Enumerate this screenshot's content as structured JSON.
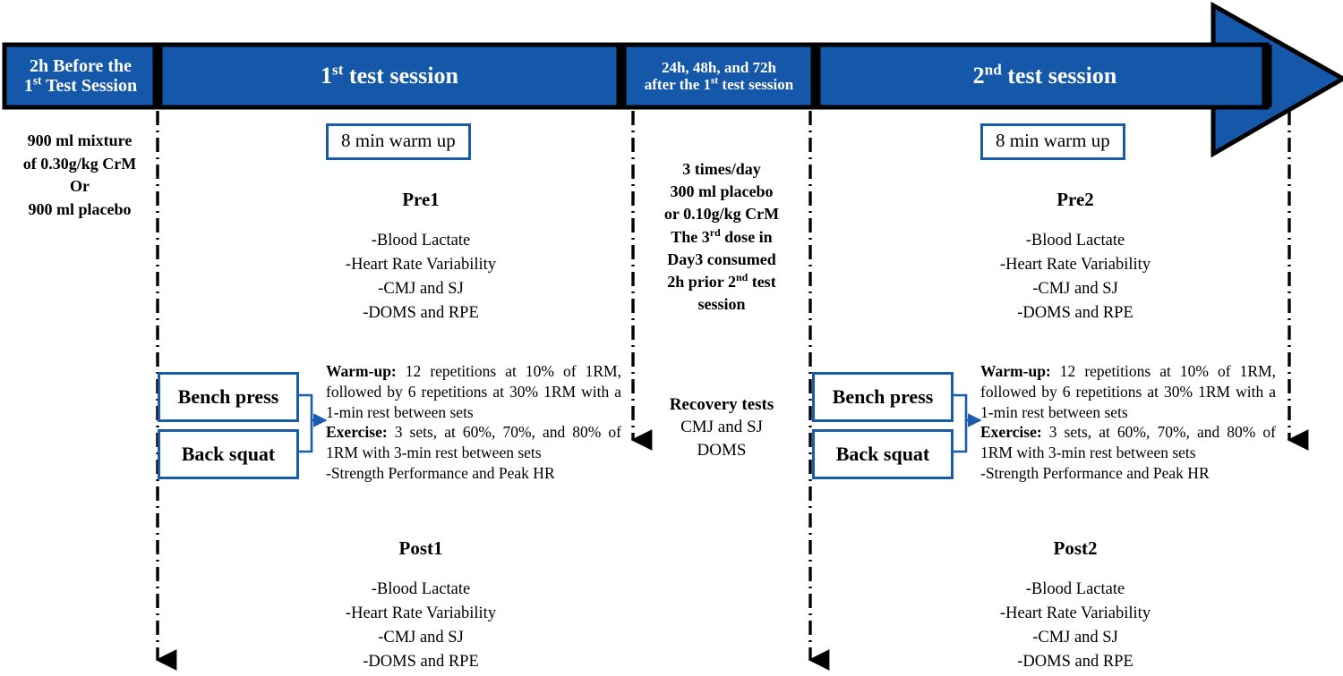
{
  "colors": {
    "banner_blue": "#1557a8",
    "box_border_blue": "#1a5cab",
    "divider_black": "#000000",
    "text_black": "#000000",
    "banner_text": "#ffffff"
  },
  "banner": {
    "segments": [
      {
        "id": "pre",
        "line1": "2h Before the",
        "line2_pre": "1",
        "line2_sup": "st",
        "line2_post": " Test Session"
      },
      {
        "id": "session1",
        "text_pre": "1",
        "text_sup": "st",
        "text_post": " test session"
      },
      {
        "id": "between",
        "line1": "24h, 48h, and 72h",
        "line2_pre": "after the 1",
        "line2_sup": "st",
        "line2_post": " test session"
      },
      {
        "id": "session2",
        "text_pre": "2",
        "text_sup": "nd",
        "text_post": " test session"
      }
    ]
  },
  "left_column": {
    "supplement": {
      "line1": "900 ml mixture",
      "line2": "of 0.30g/kg CrM",
      "line3": "Or",
      "line4": "900 ml placebo"
    }
  },
  "session1": {
    "warm_up_box": "8 min warm up",
    "pre": {
      "title": "Pre1",
      "items": [
        "-Blood Lactate",
        "-Heart Rate Variability",
        "-CMJ and SJ",
        "-DOMS and RPE"
      ]
    },
    "exercise_boxes": [
      "Bench press",
      "Back squat"
    ],
    "protocol": {
      "warmup_label": "Warm-up:",
      "warmup_text": " 12 repetitions at 10% of 1RM, followed by 6 repetitions at 30% 1RM with a 1-min rest between sets",
      "exercise_label": "Exercise:",
      "exercise_text": " 3 sets, at 60%, 70%, and 80% of 1RM with 3-min rest between sets",
      "outcome": "-Strength Performance and Peak HR"
    },
    "post": {
      "title": "Post1",
      "items": [
        "-Blood Lactate",
        "-Heart Rate Variability",
        "-CMJ and SJ",
        "-DOMS and RPE"
      ]
    }
  },
  "between_sessions": {
    "dosing": {
      "line1": "3 times/day",
      "line2": "300 ml placebo",
      "line3": "or 0.10g/kg CrM",
      "line4_pre": "The 3",
      "line4_sup": "rd",
      "line4_post": " dose in",
      "line5": "Day3 consumed",
      "line6_pre": "2h prior 2",
      "line6_sup": "nd",
      "line6_post": " test",
      "line7": "session"
    },
    "recovery": {
      "title": "Recovery tests",
      "line1": "CMJ and SJ",
      "line2": "DOMS"
    }
  },
  "session2": {
    "warm_up_box": "8 min warm up",
    "pre": {
      "title": "Pre2",
      "items": [
        "-Blood Lactate",
        "-Heart Rate Variability",
        "-CMJ and SJ",
        "-DOMS and RPE"
      ]
    },
    "exercise_boxes": [
      "Bench press",
      "Back squat"
    ],
    "protocol": {
      "warmup_label": "Warm-up:",
      "warmup_text": " 12 repetitions at 10% of 1RM, followed by 6 repetitions at 30% 1RM with a 1-min rest between sets",
      "exercise_label": "Exercise:",
      "exercise_text": " 3 sets, at 60%, 70%, and 80% of 1RM with 3-min rest between sets",
      "outcome": "-Strength Performance and Peak HR"
    },
    "post": {
      "title": "Post2",
      "items": [
        "-Blood Lactate",
        "-Heart Rate Variability",
        "-CMJ and SJ",
        "-DOMS and RPE"
      ]
    }
  }
}
